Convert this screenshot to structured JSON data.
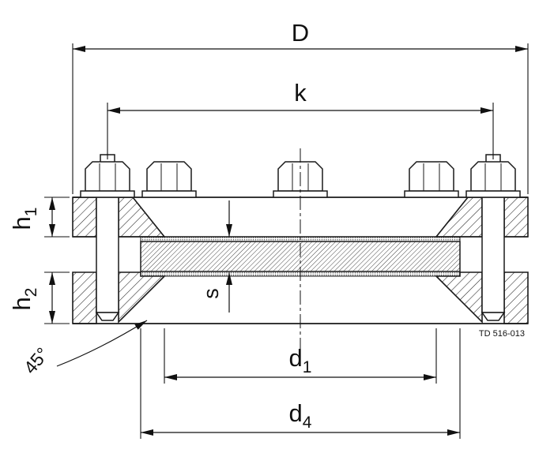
{
  "meta": {
    "drawing_number": "TD 516-013"
  },
  "dims": {
    "D": "D",
    "k": "k",
    "h1": {
      "main": "h",
      "sub": "1"
    },
    "h2": {
      "main": "h",
      "sub": "2"
    },
    "s": "s",
    "angle45": "45°",
    "d1": {
      "main": "d",
      "sub": "1"
    },
    "d4": {
      "main": "d",
      "sub": "4"
    }
  },
  "colors": {
    "line": "#1a1a1a",
    "background": "#ffffff"
  }
}
